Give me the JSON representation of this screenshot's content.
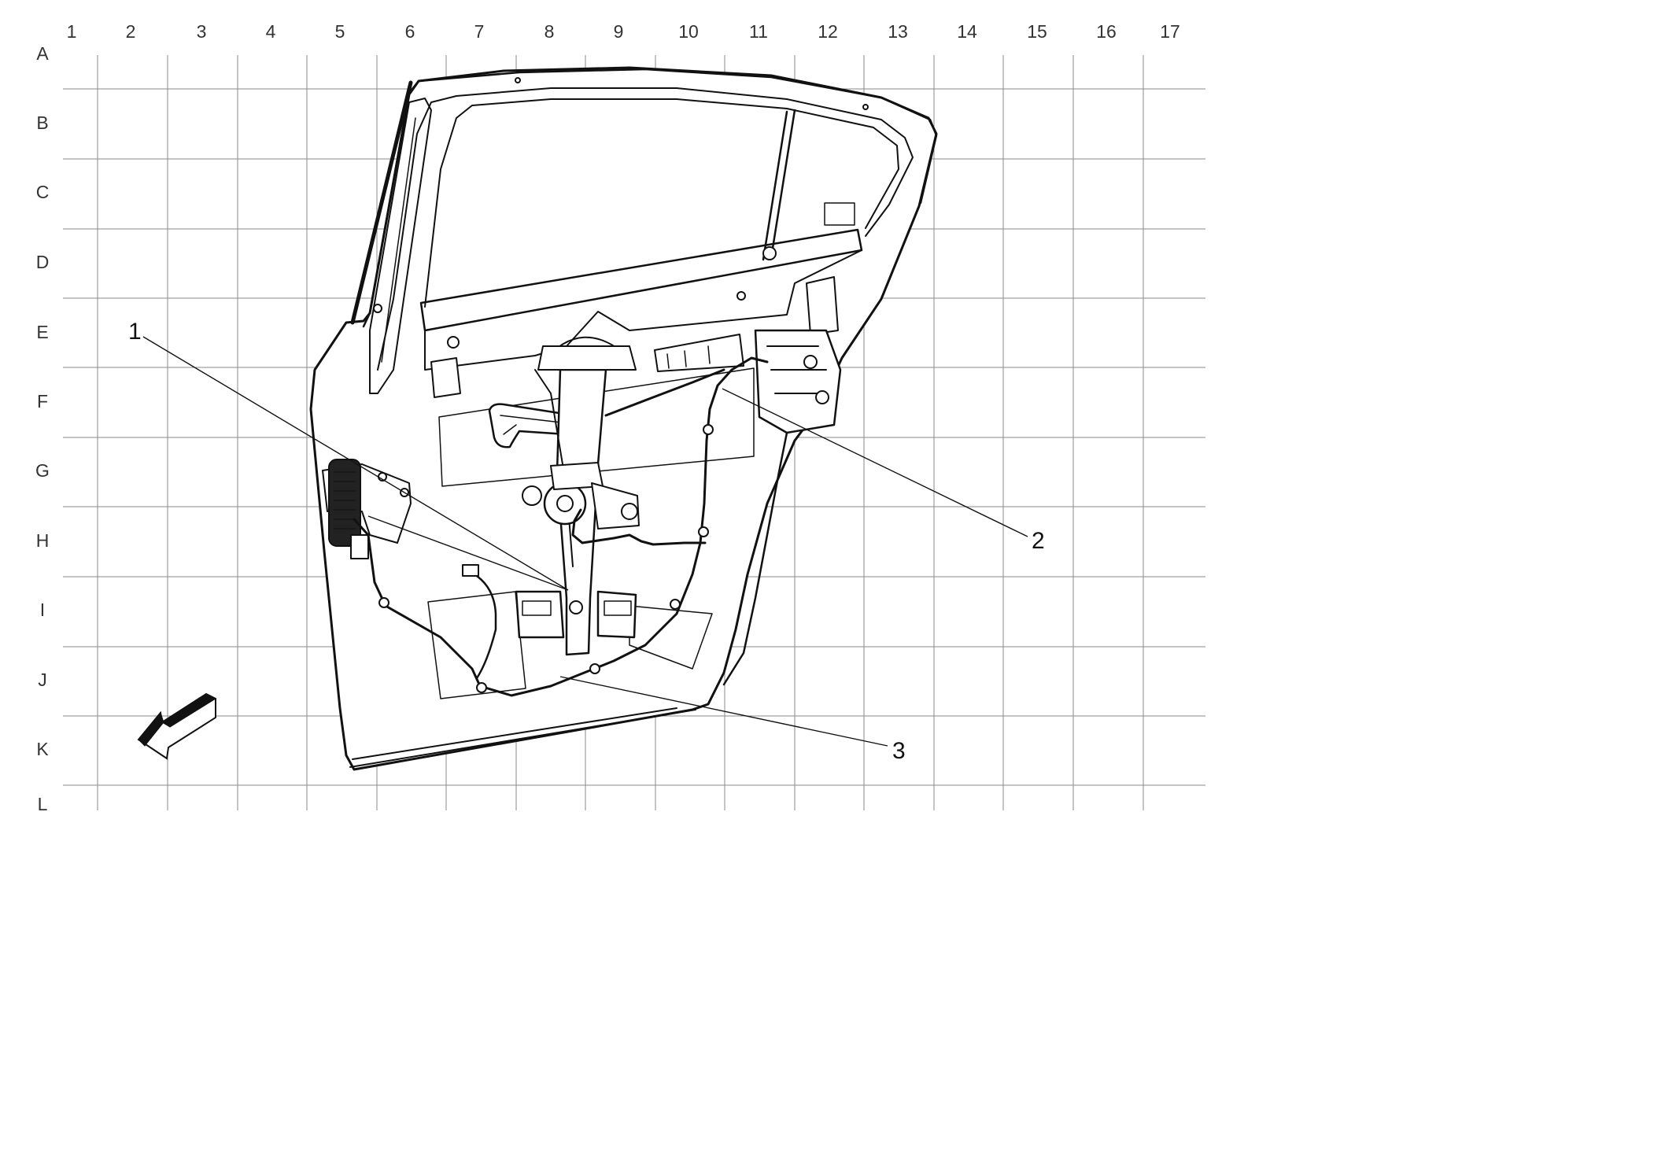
{
  "grid": {
    "columns": [
      "1",
      "2",
      "3",
      "4",
      "5",
      "6",
      "7",
      "8",
      "9",
      "10",
      "11",
      "12",
      "13",
      "14",
      "15",
      "16",
      "17"
    ],
    "rows": [
      "A",
      "B",
      "C",
      "D",
      "E",
      "F",
      "G",
      "H",
      "I",
      "J",
      "K",
      "L"
    ]
  },
  "callouts": [
    {
      "label": "1"
    },
    {
      "label": "2"
    },
    {
      "label": "3"
    }
  ],
  "icons": {
    "direction_arrow": "front-direction-arrow-icon"
  }
}
